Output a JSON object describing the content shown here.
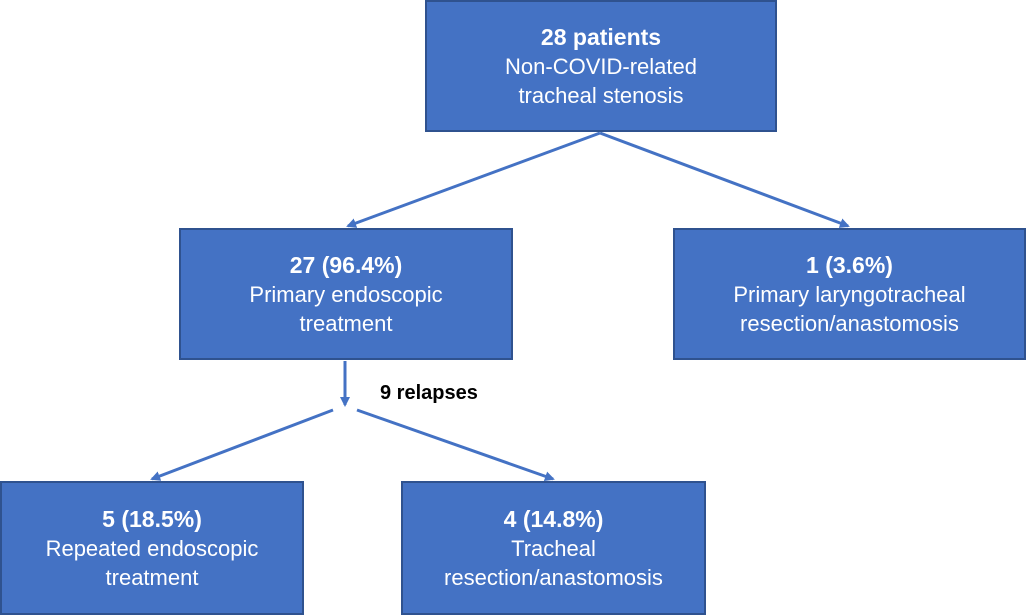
{
  "nodes": {
    "root": {
      "count": "28 patients",
      "desc": "Non-COVID-related\ntracheal  stenosis"
    },
    "endo": {
      "count": "27 (96.4%)",
      "desc": "Primary endoscopic\ntreatment"
    },
    "lar": {
      "count": "1 (3.6%)",
      "desc": "Primary laryngotracheal\nresection/anastomosis"
    },
    "rep": {
      "count": "5 (18.5%)",
      "desc": "Repeated endoscopic\ntreatment"
    },
    "trach": {
      "count": "4 (14.8%)",
      "desc": "Tracheal\nresection/anastomosis"
    }
  },
  "edge_labels": {
    "relapses": "9 relapses"
  },
  "colors": {
    "box_fill": "#4472c4",
    "box_border": "#2f528f",
    "arrow": "#4472c4",
    "box_text": "#ffffff"
  }
}
